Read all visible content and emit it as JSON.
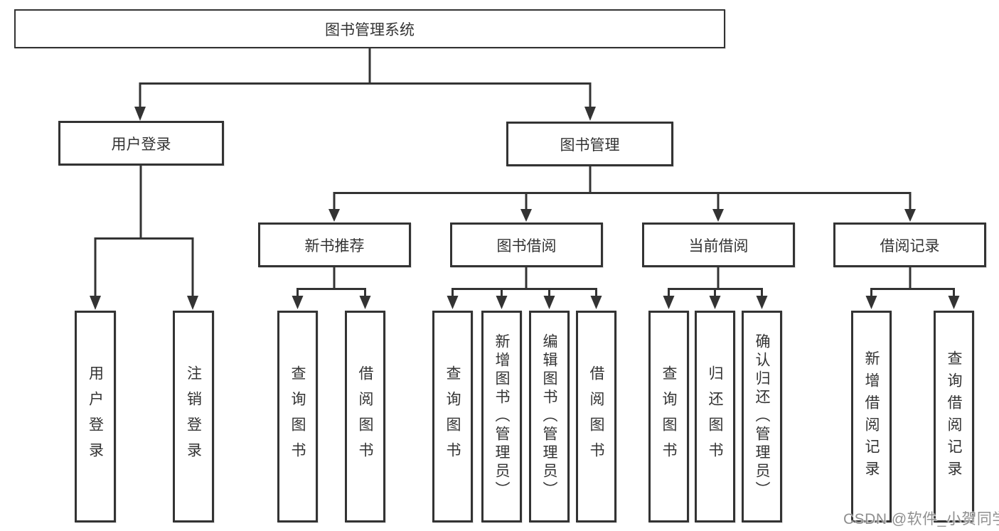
{
  "diagram": {
    "type": "hierarchy-tree",
    "root": {
      "label": "图书管理系统",
      "children": [
        {
          "label": "用户登录",
          "children": [
            {
              "label": "用户登录",
              "children": []
            },
            {
              "label": "注销登录",
              "children": []
            }
          ]
        },
        {
          "label": "图书管理",
          "children": [
            {
              "label": "新书推荐",
              "children": [
                {
                  "label": "查询图书",
                  "children": []
                },
                {
                  "label": "借阅图书",
                  "children": []
                }
              ]
            },
            {
              "label": "图书借阅",
              "children": [
                {
                  "label": "查询图书",
                  "children": []
                },
                {
                  "label": "新增图书（管理员）",
                  "children": []
                },
                {
                  "label": "编辑图书（管理员）",
                  "children": []
                },
                {
                  "label": "借阅图书",
                  "children": []
                }
              ]
            },
            {
              "label": "当前借阅",
              "children": [
                {
                  "label": "查询图书",
                  "children": []
                },
                {
                  "label": "归还图书",
                  "children": []
                },
                {
                  "label": "确认归还（管理员）",
                  "children": []
                }
              ]
            },
            {
              "label": "借阅记录",
              "children": [
                {
                  "label": "新增借阅记录",
                  "children": []
                },
                {
                  "label": "查询借阅记录",
                  "children": []
                }
              ]
            }
          ]
        }
      ]
    }
  },
  "watermark": {
    "text": "CSDN @软件_小贺同学"
  },
  "colors": {
    "line": "#333333",
    "border": "#333333",
    "text": "#333333",
    "background": "#ffffff",
    "watermark": "#8f8f8f"
  }
}
